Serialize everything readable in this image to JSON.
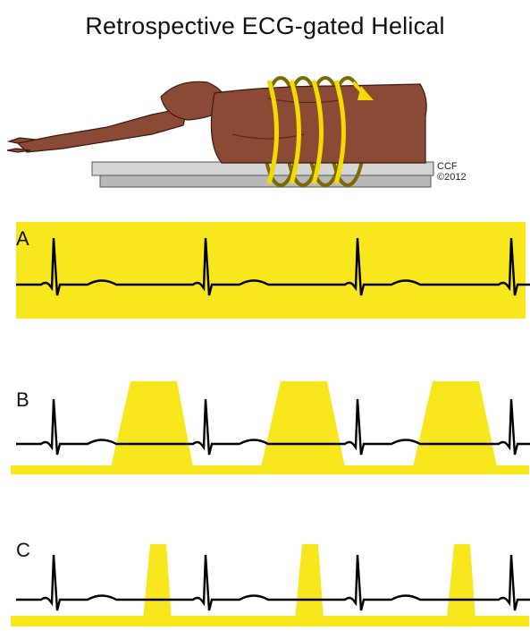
{
  "title": "Retrospective ECG-gated Helical",
  "credit": {
    "line1": "CCF",
    "line2": "©2012"
  },
  "colors": {
    "exposure": "#F9E71E",
    "ecg_trace": "#000000",
    "skin": "#8B4A35",
    "skin_dark": "#6B3424",
    "helix": "#F3DA00",
    "table": "#C6C6C6"
  },
  "panels": [
    {
      "label": "A",
      "exposure": "continuous"
    },
    {
      "label": "B",
      "exposure": "pulsed-wide"
    },
    {
      "label": "C",
      "exposure": "pulsed-narrow"
    }
  ]
}
